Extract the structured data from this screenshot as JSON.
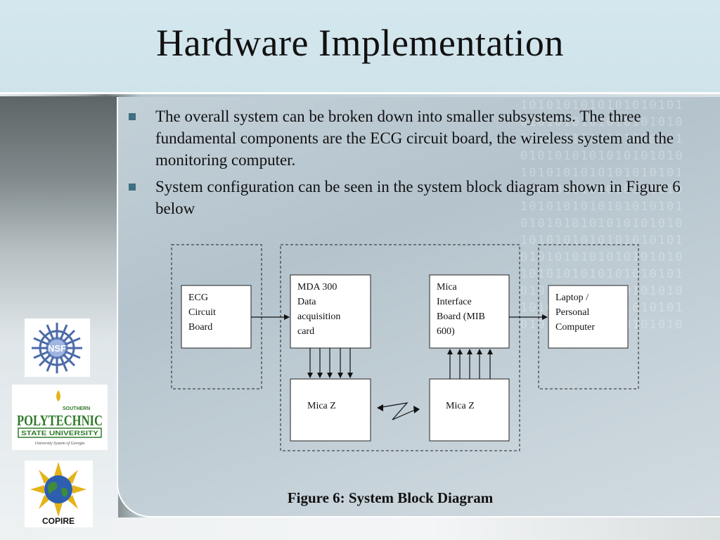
{
  "slide": {
    "title": "Hardware Implementation",
    "bullets": [
      "The overall system can be broken down into smaller subsystems. The three fundamental components are the ECG circuit board, the wireless system and the monitoring computer.",
      "System configuration can be seen in the system block diagram shown in Figure 6 below"
    ],
    "figure_caption": "Figure 6: System Block Diagram"
  },
  "diagram": {
    "ecg_block": [
      "ECG",
      "Circuit",
      "Board"
    ],
    "mda_block": [
      "MDA 300",
      "Data",
      "acquisition",
      "card"
    ],
    "mib_block": [
      "Mica",
      "Interface",
      "Board (MIB",
      "600)"
    ],
    "pc_block": [
      "Laptop /",
      "Personal",
      "Computer"
    ],
    "mica_left": "Mica Z",
    "mica_right": "Mica Z"
  },
  "logos": {
    "nsf": "NSF",
    "spsu": [
      "SOUTHERN",
      "POLYTECHNIC",
      "STATE UNIVERSITY",
      "University System of Georgia"
    ],
    "copire": "COPIRE"
  },
  "colors": {
    "title_band": "#d4e7ee",
    "bullet": "#3f6f80",
    "spsu_green": "#2f7a2a",
    "nsf_blue": "#6f8fcf"
  }
}
